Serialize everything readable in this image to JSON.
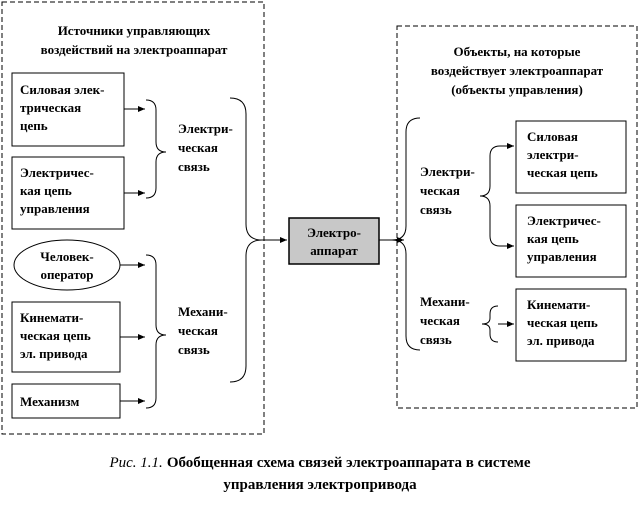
{
  "colors": {
    "line": "#000000",
    "center_fill": "#c8c8c8",
    "background": "#ffffff"
  },
  "left_panel": {
    "title": [
      "Источники управляющих",
      "воздействий на электроаппарат"
    ],
    "sources": [
      [
        "Силовая элек-",
        "трическая",
        "цепь"
      ],
      [
        "Электричес-",
        "кая цепь",
        "управления"
      ],
      [
        "Человек-",
        "оператор"
      ],
      [
        "Кинемати-",
        "ческая цепь",
        "эл. привода"
      ],
      [
        "Механизм"
      ]
    ],
    "link_electric": [
      "Электри-",
      "ческая",
      "связь"
    ],
    "link_mechanical": [
      "Механи-",
      "ческая",
      "связь"
    ]
  },
  "center": {
    "label": [
      "Электро-",
      "аппарат"
    ]
  },
  "right_panel": {
    "title": [
      "Объекты, на которые",
      "воздействует электроаппарат",
      "(объекты управления)"
    ],
    "link_electric": [
      "Электри-",
      "ческая",
      "связь"
    ],
    "link_mechanical": [
      "Механи-",
      "ческая",
      "связь"
    ],
    "objects": [
      [
        "Силовая",
        "электри-",
        "ческая цепь"
      ],
      [
        "Электричес-",
        "кая цепь",
        "управления"
      ],
      [
        "Кинемати-",
        "ческая цепь",
        "эл. привода"
      ]
    ]
  },
  "caption": {
    "label": "Рис. 1.1.",
    "line1": "Обобщенная схема связей электроаппарата в системе",
    "line2": "управления электропривода"
  }
}
